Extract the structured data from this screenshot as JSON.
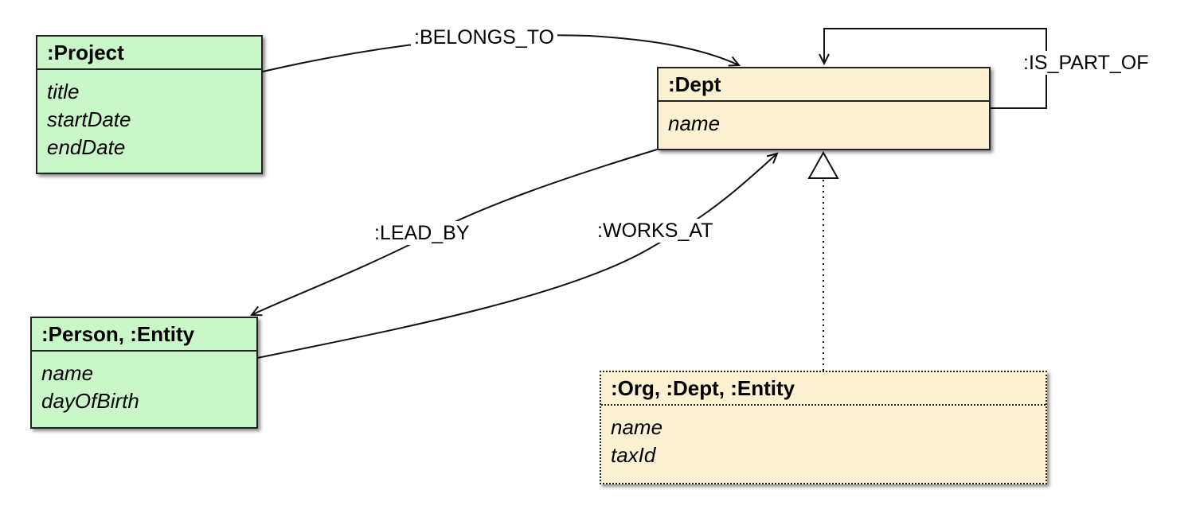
{
  "nodes": {
    "project": {
      "title": ":Project",
      "attributes": [
        "title",
        "startDate",
        "endDate"
      ]
    },
    "dept": {
      "title": ":Dept",
      "attributes": [
        "name"
      ]
    },
    "person": {
      "title": ":Person, :Entity",
      "attributes": [
        "name",
        "dayOfBirth"
      ]
    },
    "org": {
      "title": ":Org, :Dept, :Entity",
      "attributes": [
        "name",
        "taxId"
      ]
    }
  },
  "edges": {
    "belongs_to": ":BELONGS_TO",
    "is_part_of": ":IS_PART_OF",
    "lead_by": ":LEAD_BY",
    "works_at": ":WORKS_AT"
  },
  "colors": {
    "node_fill_green": "#c9f7c9",
    "node_fill_yellow": "#fcf2d2",
    "stroke": "#222222"
  }
}
